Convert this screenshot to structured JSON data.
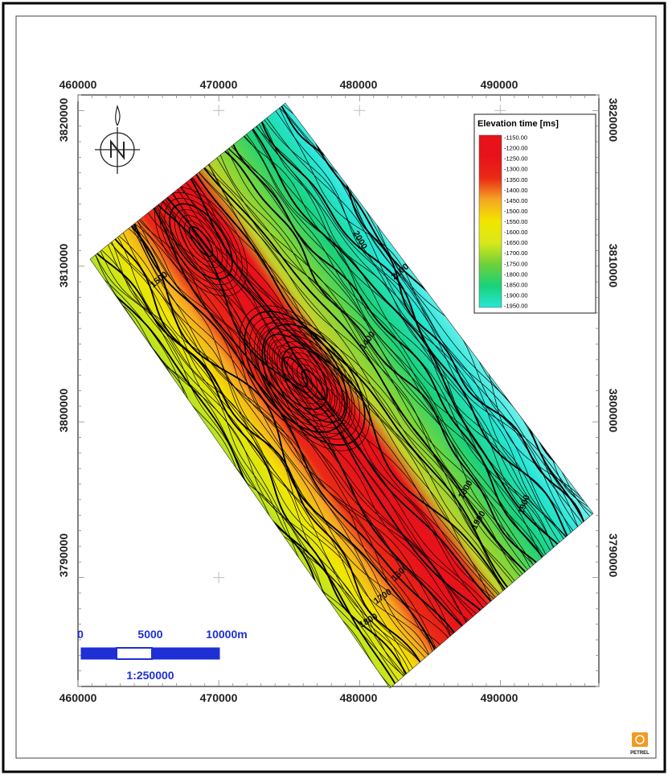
{
  "map": {
    "x_ticks": [
      "460000",
      "470000",
      "480000",
      "490000"
    ],
    "y_ticks": [
      "3820000",
      "3810000",
      "3800000",
      "3790000"
    ],
    "contour_labels": [
      "2100",
      "2000",
      "1900",
      "1800",
      "1700",
      "1600",
      "1500",
      "1400"
    ],
    "x_range": [
      460000,
      497000
    ],
    "y_range": [
      3783000,
      3821000
    ]
  },
  "legend": {
    "title": "Elevation time [ms]",
    "ticks": [
      "-1150.00",
      "-1200.00",
      "-1250.00",
      "-1300.00",
      "-1350.00",
      "-1400.00",
      "-1450.00",
      "-1500.00",
      "-1550.00",
      "-1600.00",
      "-1650.00",
      "-1700.00",
      "-1750.00",
      "-1800.00",
      "-1850.00",
      "-1900.00",
      "-1950.00"
    ],
    "colors": [
      "#e8121a",
      "#e8121a",
      "#ea2a16",
      "#f5a623",
      "#f2e600",
      "#d8e81a",
      "#6fcf3a",
      "#19d27a",
      "#27e6d6"
    ]
  },
  "scalebar": {
    "labels": [
      "0",
      "5000",
      "10000m"
    ],
    "ratio": "1:250000",
    "color": "#1f2fd6"
  },
  "logo": {
    "text": "PETREL",
    "color": "#f39a1f"
  },
  "compass": {
    "icon": "north-arrow-icon"
  }
}
